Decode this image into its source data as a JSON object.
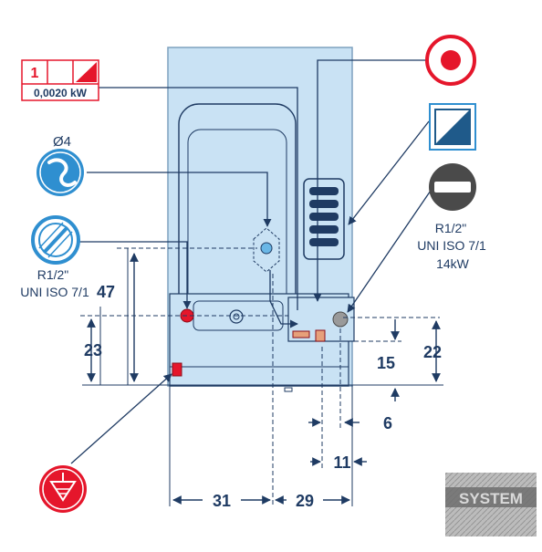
{
  "power_box": {
    "phase": "1",
    "power": "0,0020 kW"
  },
  "water_inlet": {
    "diameter": "Ø4"
  },
  "water_connection": {
    "thread": "R1/2\"",
    "standard": "UNI ISO 7/1"
  },
  "gas_connection": {
    "thread": "R1/2\"",
    "standard": "UNI ISO 7/1",
    "power": "14kW"
  },
  "dimensions": {
    "d47": "47",
    "d23": "23",
    "d15": "15",
    "d22": "22",
    "d6": "6",
    "d11": "11",
    "d31": "31",
    "d29": "29"
  },
  "watermark": {
    "text": "SYSTEM"
  },
  "colors": {
    "body_fill": "#c9e2f4",
    "outline": "#1f3b63",
    "symbol_blue": "#2f8fd0",
    "red": "#e5162b",
    "dark": "#4a4a4a"
  }
}
